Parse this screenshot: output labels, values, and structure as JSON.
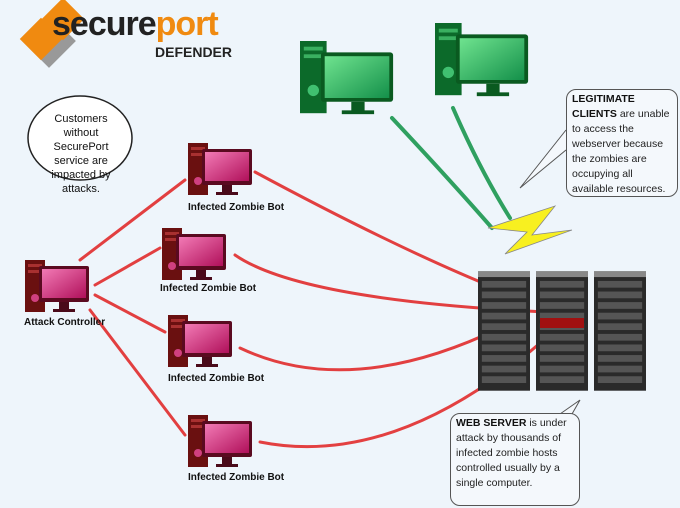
{
  "logo": {
    "secure": "secure",
    "port": "port",
    "sub": "DEFENDER",
    "colors": {
      "orange": "#f08a10",
      "dark": "#222222"
    }
  },
  "cloud": {
    "text": "Customers without SecurePort service are impacted by attacks."
  },
  "attack_controller": {
    "label": "Attack Controller"
  },
  "zombies": [
    {
      "label": "Infected Zombie Bot"
    },
    {
      "label": "Infected Zombie Bot"
    },
    {
      "label": "Infected Zombie Bot"
    },
    {
      "label": "Infected Zombie Bot"
    }
  ],
  "legit_callout": {
    "bold": "LEGITIMATE CLIENTS",
    "text": " are unable to access the webserver because the zombies are occupying all available resources."
  },
  "server_callout": {
    "bold": "WEB SERVER",
    "text": " is under attack by thousands of infected zombie hosts controlled usually by a single computer."
  },
  "colors": {
    "background": "#eef5fb",
    "attack": "#e02020",
    "legit": "#2fa060",
    "zombie_pc": "#c0185a",
    "client_pc": "#1a9a3a"
  }
}
